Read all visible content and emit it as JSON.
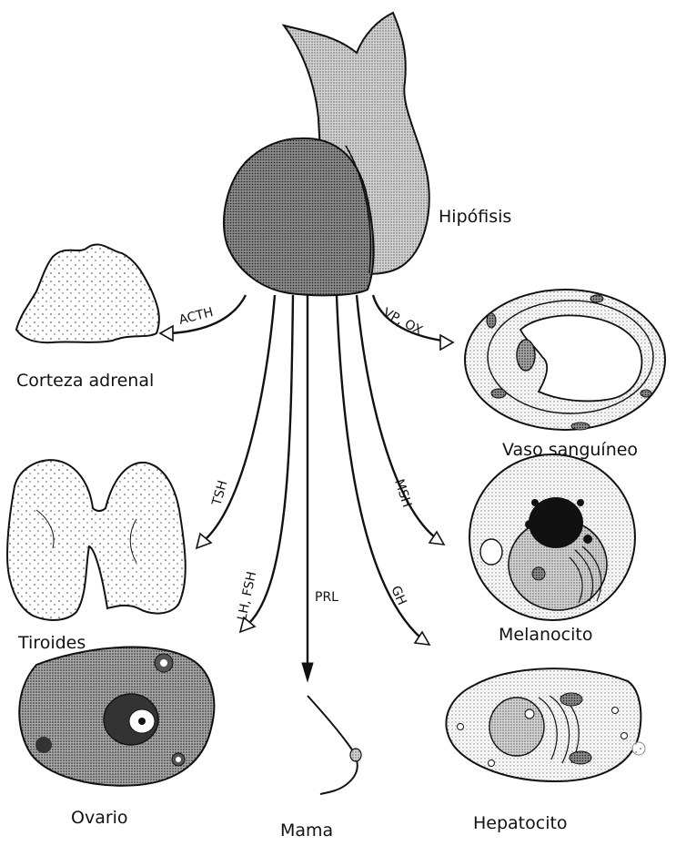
{
  "center": {
    "label": "Hipófisis"
  },
  "targets": {
    "adrenal": {
      "label": "Corteza adrenal",
      "hormone": "ACTH"
    },
    "vessel": {
      "label": "Vaso sanguíneo",
      "hormone": "VP, OX"
    },
    "thyroid": {
      "label": "Tiroides",
      "hormone": "TSH"
    },
    "melanocyte": {
      "label": "Melanocito",
      "hormone": "MSH"
    },
    "ovary": {
      "label": "Ovario",
      "hormone": "LH, FSH"
    },
    "breast": {
      "label": "Mama",
      "hormone": "PRL"
    },
    "hepatocyte": {
      "label": "Hepatocito",
      "hormone": "GH"
    }
  }
}
